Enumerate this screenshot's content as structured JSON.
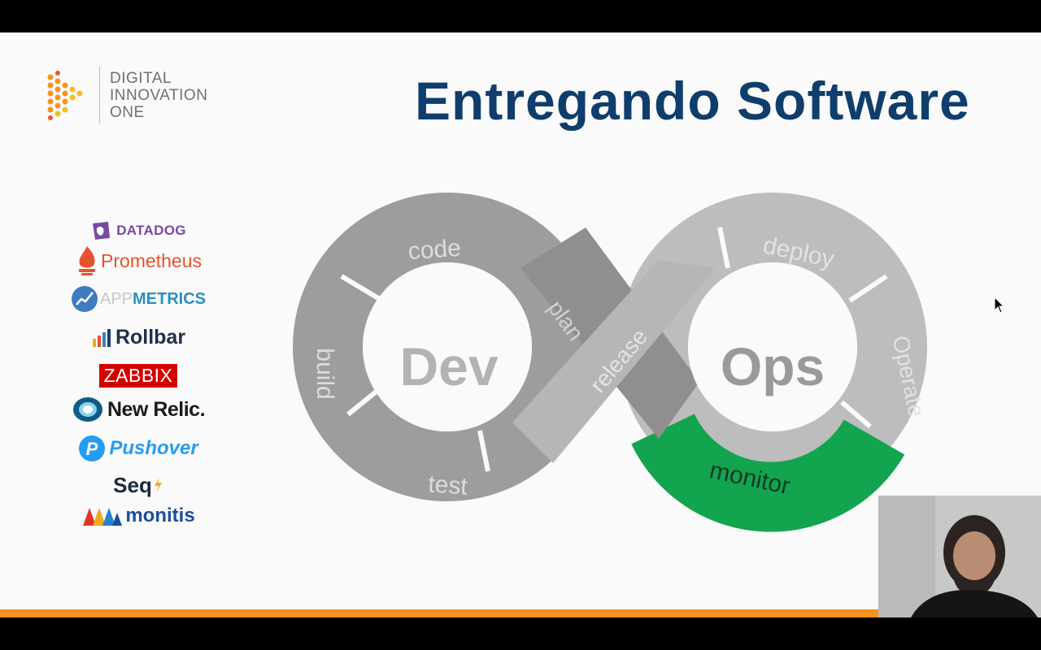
{
  "brand": {
    "line1": "DIGITAL",
    "line2": "INNOVATION",
    "line3": "ONE"
  },
  "slide_title": "Entregando Software",
  "tools": [
    "DATADOG",
    "Prometheus",
    "APP",
    "METRICS",
    "Rollbar",
    "ZABBIX",
    "New Relic.",
    "Pushover",
    "Seq",
    "monitis"
  ],
  "diagram": {
    "dev": "Dev",
    "ops": "Ops",
    "stages": {
      "code": "code",
      "build": "build",
      "test": "test",
      "plan": "plan",
      "release": "release",
      "deploy": "deploy",
      "operate": "Operate",
      "monitor": "monitor"
    }
  },
  "colors": {
    "title": "#0f3e6c",
    "loop_gray": "#9e9e9e",
    "loop_light": "#bdbdbd",
    "monitor": "#13a44f",
    "accent": "#f7921e"
  }
}
